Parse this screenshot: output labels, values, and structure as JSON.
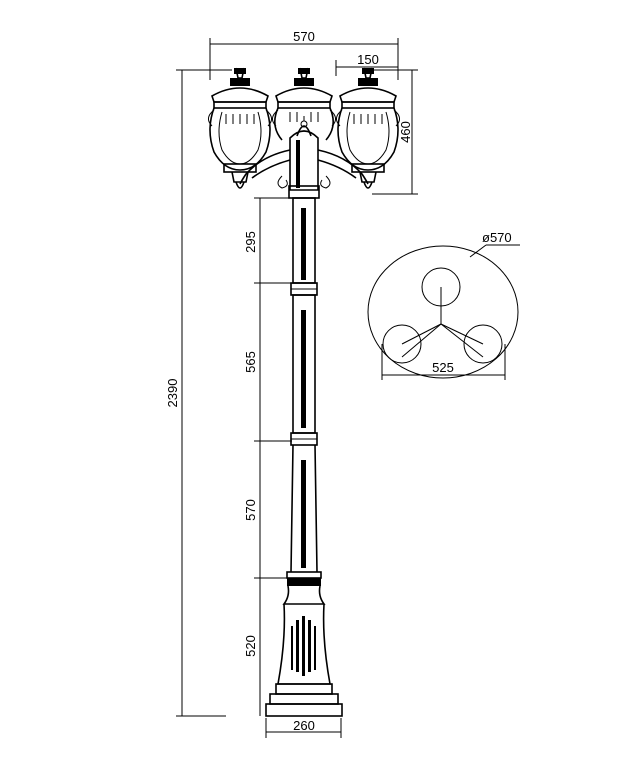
{
  "dimensions": {
    "lantern_span": "570",
    "lantern_width": "150",
    "lantern_height": "460",
    "total_height": "2390",
    "seg_top": "295",
    "seg_upper": "565",
    "seg_lower": "570",
    "base_height": "520",
    "base_width": "260",
    "plan_diameter": "ø570",
    "plan_width": "525"
  }
}
